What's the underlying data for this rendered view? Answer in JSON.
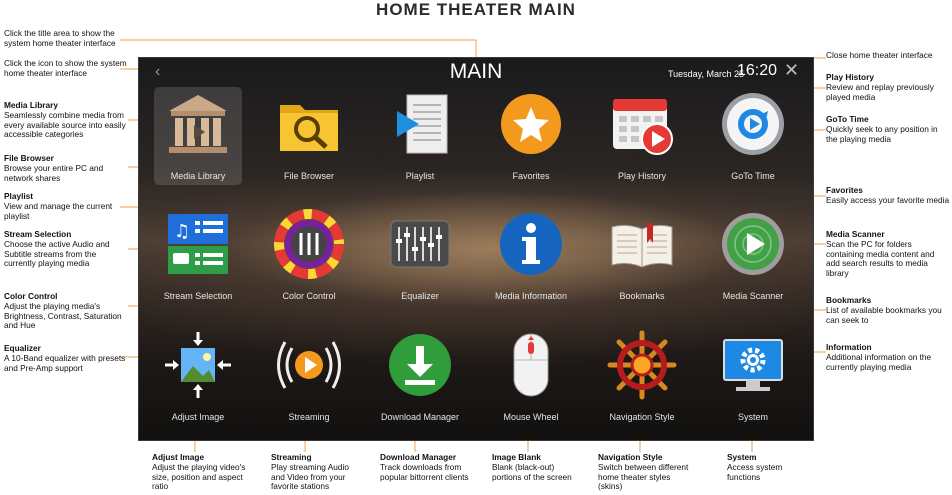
{
  "page": {
    "title": "HOME THEATER MAIN"
  },
  "screen": {
    "title": "MAIN",
    "date": "Tuesday, March 25",
    "time": "16:20",
    "back_icon": "chevron-left-icon",
    "close_icon": "close-icon"
  },
  "tiles": [
    {
      "label": "Media Library",
      "icon": "library-icon"
    },
    {
      "label": "File Browser",
      "icon": "folder-search-icon"
    },
    {
      "label": "Playlist",
      "icon": "playlist-icon"
    },
    {
      "label": "Favorites",
      "icon": "star-icon"
    },
    {
      "label": "Play History",
      "icon": "calendar-play-icon"
    },
    {
      "label": "GoTo Time",
      "icon": "clock-icon"
    },
    {
      "label": "Stream Selection",
      "icon": "stream-selection-icon"
    },
    {
      "label": "Color Control",
      "icon": "color-gear-icon"
    },
    {
      "label": "Equalizer",
      "icon": "equalizer-icon"
    },
    {
      "label": "Media Information",
      "icon": "info-icon"
    },
    {
      "label": "Bookmarks",
      "icon": "book-icon"
    },
    {
      "label": "Media Scanner",
      "icon": "radar-icon"
    },
    {
      "label": "Adjust Image",
      "icon": "adjust-image-icon"
    },
    {
      "label": "Streaming",
      "icon": "streaming-icon"
    },
    {
      "label": "Download Manager",
      "icon": "download-icon"
    },
    {
      "label": "Mouse Wheel",
      "icon": "mouse-icon"
    },
    {
      "label": "Navigation Style",
      "icon": "ship-wheel-icon"
    },
    {
      "label": "System",
      "icon": "monitor-gear-icon"
    }
  ],
  "callouts": {
    "title_area": {
      "text": "Click the title area to show the system home theater interface"
    },
    "icon_area": {
      "text": "Click the icon to show the system home theater interface"
    },
    "media_library": {
      "heading": "Media Library",
      "text": "Seamlessly combine media from every available source into easily accessible categories"
    },
    "file_browser": {
      "heading": "File Browser",
      "text": "Browse your entire PC and network shares"
    },
    "playlist": {
      "heading": "Playlist",
      "text": "View and manage the current playlist"
    },
    "stream_selection": {
      "heading": "Stream Selection",
      "text": "Choose the active Audio and Subtitle streams from the currently playing media"
    },
    "color_control": {
      "heading": "Color Control",
      "text": "Adjust the playing media's Brightness, Contrast, Saturation and Hue"
    },
    "equalizer": {
      "heading": "Equalizer",
      "text": "A 10-Band equalizer with presets and Pre-Amp support"
    },
    "close": {
      "text": "Close home theater interface"
    },
    "play_history": {
      "heading": "Play History",
      "text": "Review and replay previously played media"
    },
    "goto_time": {
      "heading": "GoTo Time",
      "text": "Quickly seek to any position in the playing media"
    },
    "favorites": {
      "heading": "Favorites",
      "text": "Easily access your favorite media"
    },
    "media_scanner": {
      "heading": "Media Scanner",
      "text": "Scan the PC for folders containing media content and add search results to media library"
    },
    "bookmarks": {
      "heading": "Bookmarks",
      "text": "List of available bookmarks you can seek to"
    },
    "information": {
      "heading": "Information",
      "text": "Additional information on the currently playing media"
    },
    "adjust_image": {
      "heading": "Adjust Image",
      "text": "Adjust the playing video's size, position and aspect ratio"
    },
    "streaming": {
      "heading": "Streaming",
      "text": "Play streaming Audio and Video from your favorite stations"
    },
    "download_manager": {
      "heading": "Download Manager",
      "text": "Track downloads from popular bittorrent clients"
    },
    "image_blank": {
      "heading": "Image Blank",
      "text": "Blank (black-out) portions of the screen"
    },
    "navigation_style": {
      "heading": "Navigation Style",
      "text": "Switch between different home theater styles (skins)"
    },
    "system": {
      "heading": "System",
      "text": "Access system functions"
    }
  }
}
